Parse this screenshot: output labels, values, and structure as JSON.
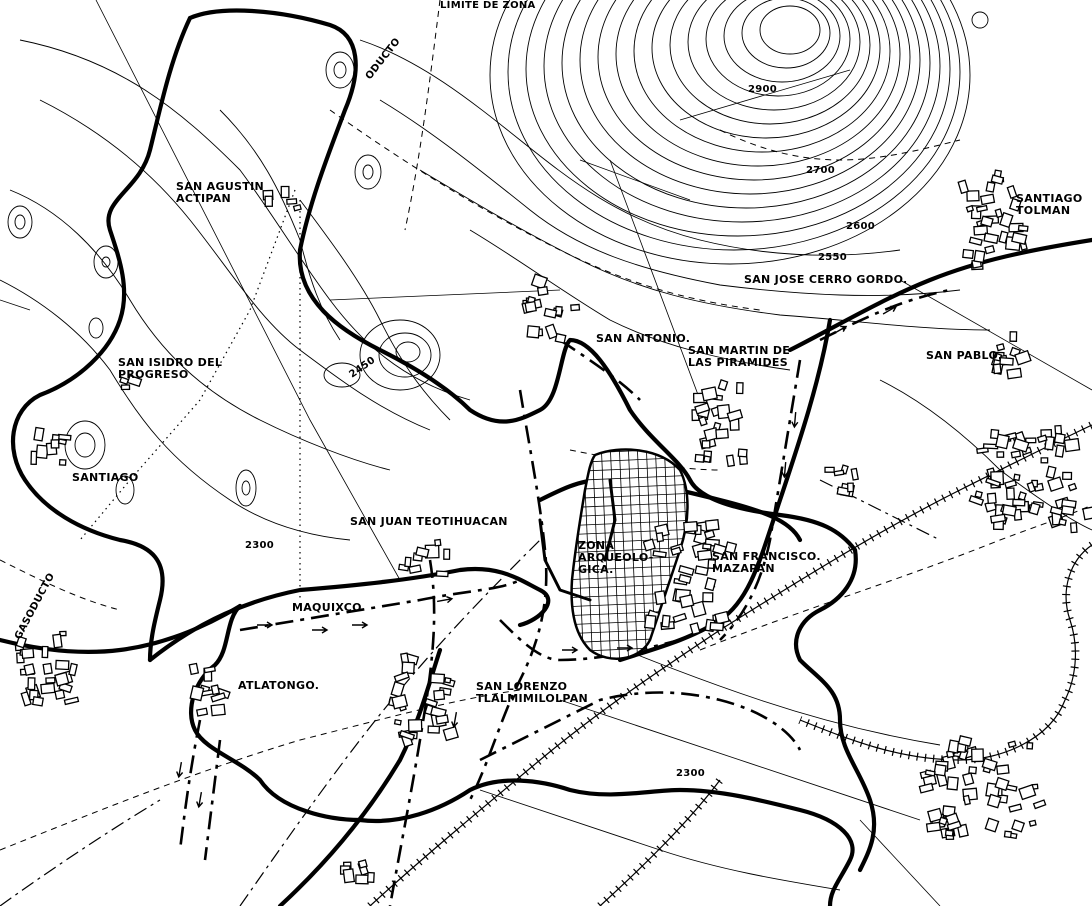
{
  "map": {
    "top_caption": "LÍMITE DE ZONA",
    "places": {
      "san_agustin_actipan": "SAN AGUSTIN\nACTIPAN",
      "santiago_tolman": "SANTIAGO\nTOLMAN",
      "san_jose_cerro_gordo": "SAN JOSE CERRO GORDO.",
      "san_antonio": "SAN ANTONIO.",
      "san_martin_piramides": "SAN MARTIN DE\nLAS PIRAMIDES",
      "san_pablo": "SAN PABLO.",
      "san_isidro_progreso": "SAN ISIDRO DEL\nPROGRESO",
      "santiago": "SANTIAGO",
      "san_juan_teotihuacan": "SAN JUAN TEOTIHUACAN",
      "zona_arqueologica": "ZONA\nARQUEOLO-\nGICA.",
      "san_francisco_mazapan": "SAN FRANCISCO.\nMAZAPAN",
      "maquixco": "MAQUIXCO",
      "atlatongo": "ATLATONGO.",
      "san_lorenzo_tlalmimilolpan": "SAN LORENZO\nTLALMIMILOLPAN"
    },
    "features": {
      "oducto_top": "ODUCTO",
      "gasoducto_left": "GASODUCTO"
    },
    "elevations": {
      "e2900": "2900",
      "e2700": "2700",
      "e2600": "2600",
      "e2550": "2550",
      "e2450": "2450",
      "e2300_left": "2300",
      "e2300_bottom": "2300"
    },
    "colors": {
      "ink": "#000000",
      "paper": "#ffffff"
    }
  }
}
